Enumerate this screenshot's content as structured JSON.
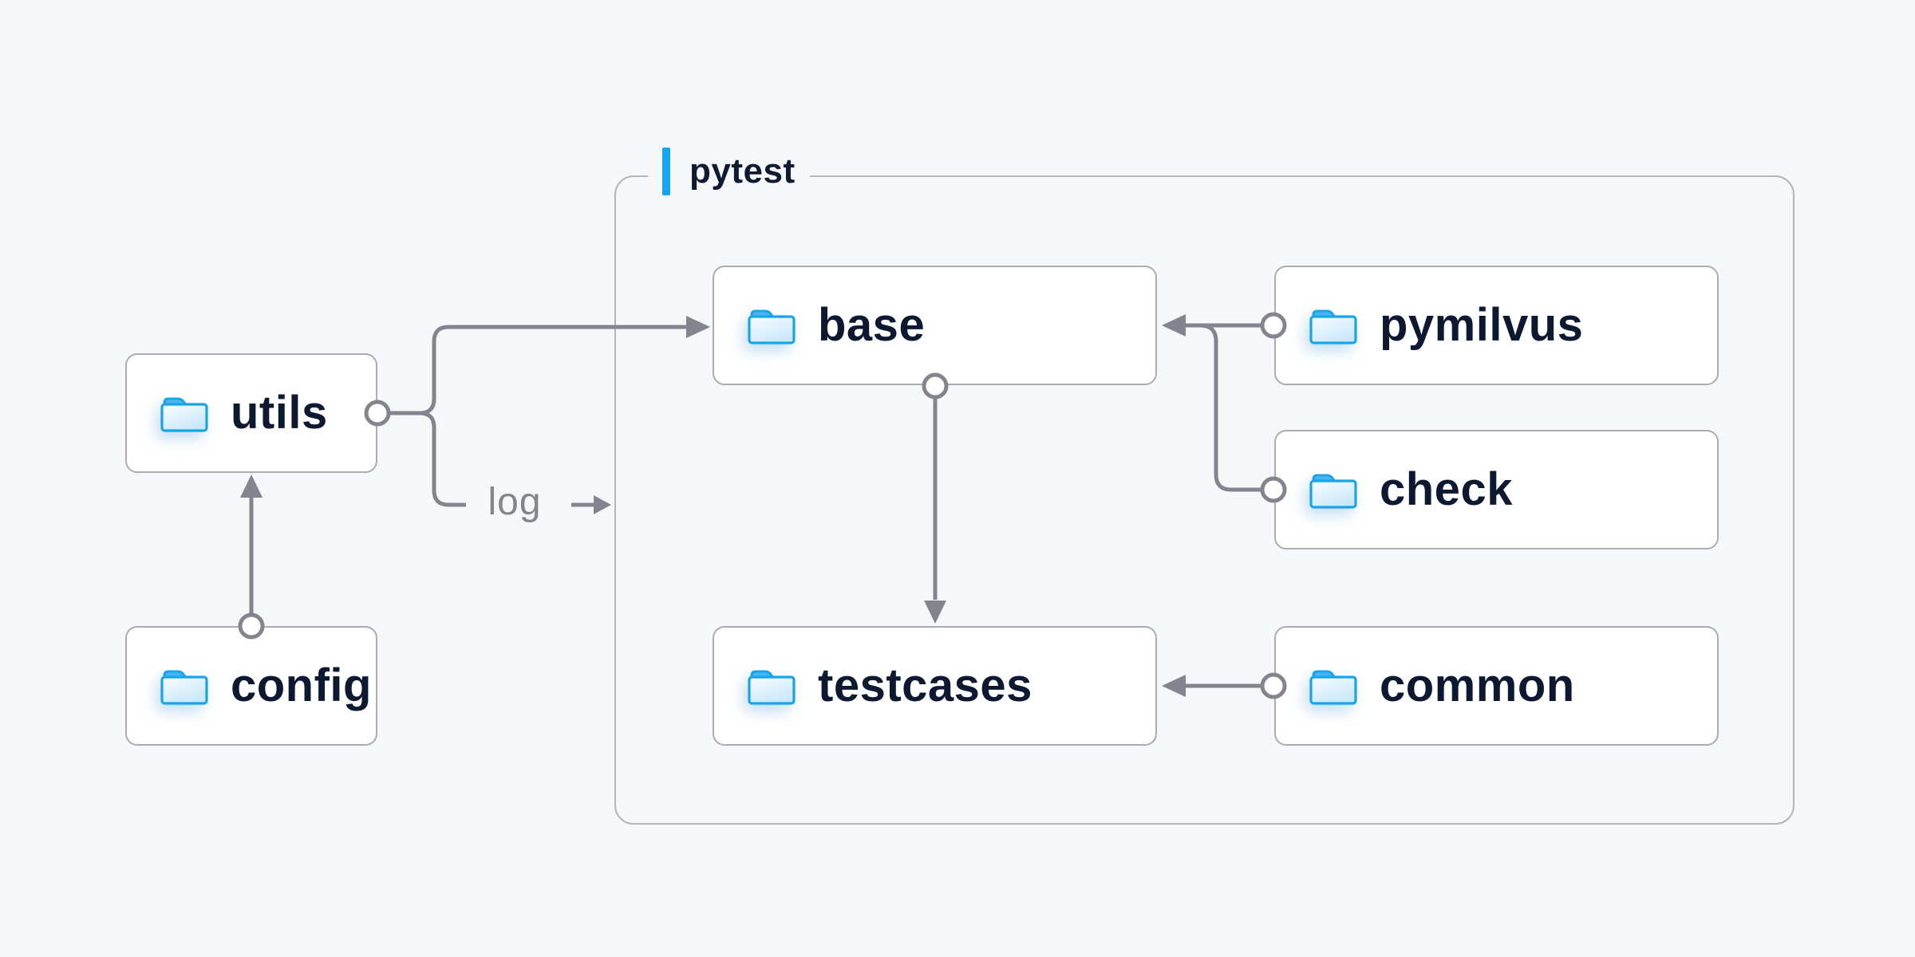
{
  "page": {
    "background": "#f6f7f8"
  },
  "colors": {
    "line": "#84848f",
    "node_border": "#a9abb9",
    "container_border": "#b3b4c2",
    "accent_blue": "#14a6f0",
    "node_text": "#0d1831",
    "node_bg": "#ffffff",
    "folder_stroke": "#19a3e9",
    "folder_tab": "#4cb4ec"
  },
  "container": {
    "label": "pytest"
  },
  "nodes": {
    "utils": {
      "label": "utils"
    },
    "config": {
      "label": "config"
    },
    "base": {
      "label": "base"
    },
    "testcases": {
      "label": "testcases"
    },
    "pymilvus": {
      "label": "pymilvus"
    },
    "check": {
      "label": "check"
    },
    "common": {
      "label": "common"
    }
  },
  "edge_label": {
    "text": "log"
  },
  "edges": [
    {
      "from": "config",
      "to": "utils",
      "type": "arrow"
    },
    {
      "from": "utils",
      "to": "base",
      "type": "arrow"
    },
    {
      "from": "utils",
      "to": "log",
      "type": "labeled-arrow"
    },
    {
      "from": "pymilvus",
      "to": "base",
      "type": "arrow"
    },
    {
      "from": "check",
      "to": "base",
      "type": "arrow"
    },
    {
      "from": "base",
      "to": "testcases",
      "type": "arrow"
    },
    {
      "from": "common",
      "to": "testcases",
      "type": "arrow"
    }
  ]
}
